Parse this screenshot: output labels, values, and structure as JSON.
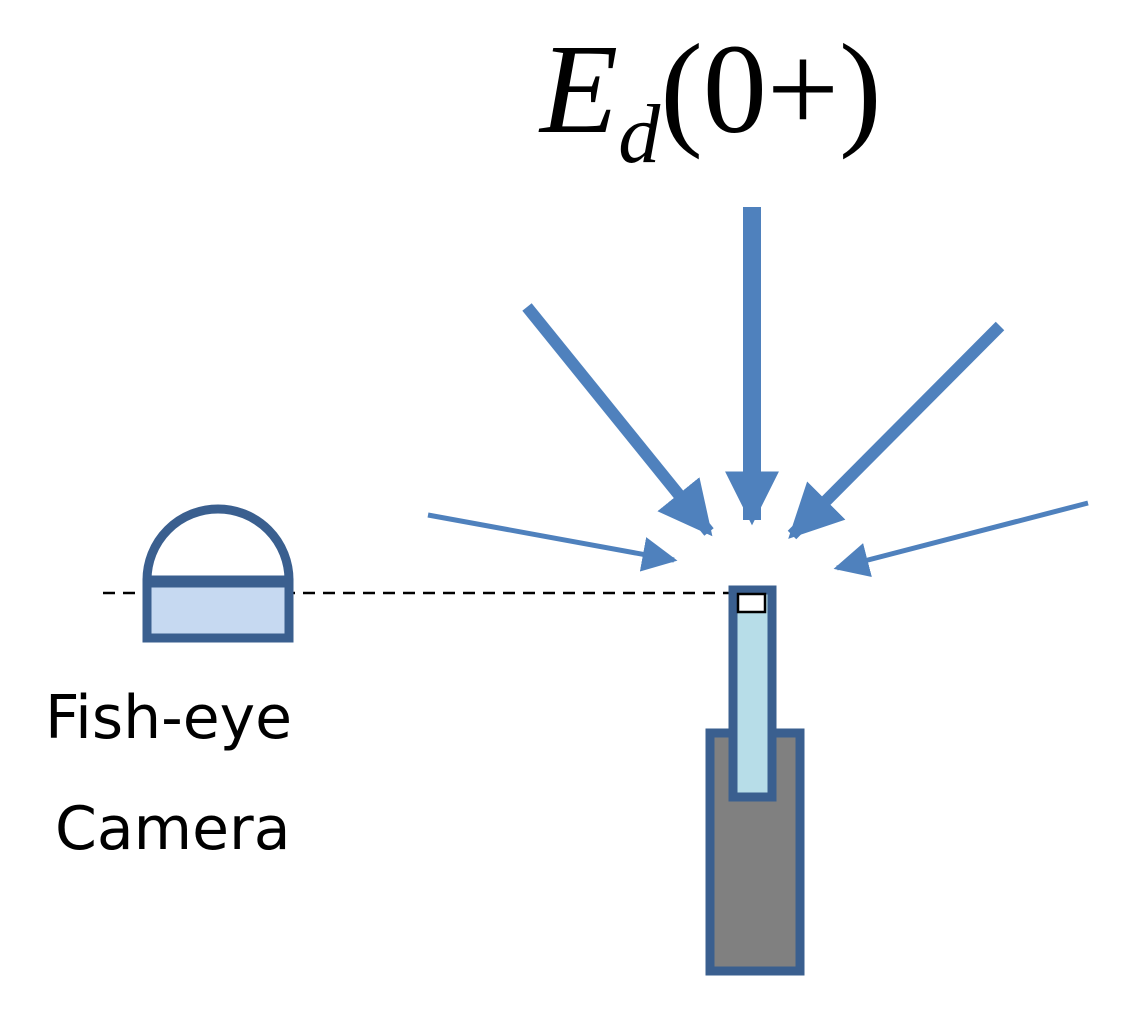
{
  "formula": {
    "main": "E",
    "subscript": "d",
    "argument": "(0+)"
  },
  "camera": {
    "label_line1": "Fish-eye",
    "label_line2": "Camera"
  },
  "colors": {
    "arrow": "#4f81bd",
    "outline": "#3a5f8f",
    "camera_lens": "#c6d9f1",
    "sensor_tube": "#b7dde8",
    "sensor_body": "#808080",
    "text": "#000000"
  }
}
